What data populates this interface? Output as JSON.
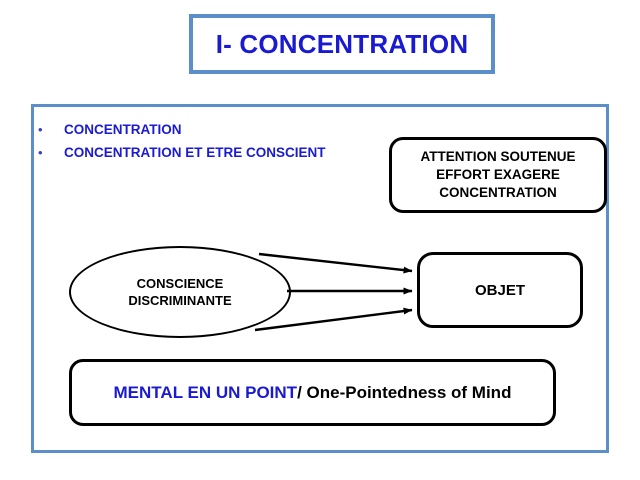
{
  "slide": {
    "title": "I- CONCENTRATION",
    "title_color": "#1a1ad2",
    "frame_border_color": "#5b8fc9",
    "background": "#ffffff"
  },
  "bullets": [
    {
      "marker": "•",
      "label": "CONCENTRATION"
    },
    {
      "marker": "•",
      "label": "CONCENTRATION ET ETRE CONSCIENT"
    }
  ],
  "shapes": {
    "attention_box": {
      "lines": [
        "ATTENTION SOUTENUE",
        "EFFORT EXAGERE",
        "CONCENTRATION"
      ],
      "text_color": "#000000",
      "border_color": "#000000"
    },
    "conscience_ellipse": {
      "lines": [
        "CONSCIENCE",
        "DISCRIMINANTE"
      ],
      "text_color": "#000000",
      "border_color": "#000000"
    },
    "objet_box": {
      "label": "OBJET",
      "text_color": "#000000",
      "border_color": "#000000"
    },
    "mental_box": {
      "highlight_text": "MENTAL  EN UN POINT",
      "highlight_color": "#1a1ad2",
      "plain_text": "/ One-Pointedness of Mind",
      "plain_color": "#000000",
      "border_color": "#000000"
    }
  },
  "arrows": {
    "count": 3,
    "from": "conscience_ellipse",
    "to": "objet_box",
    "color": "#000000"
  }
}
